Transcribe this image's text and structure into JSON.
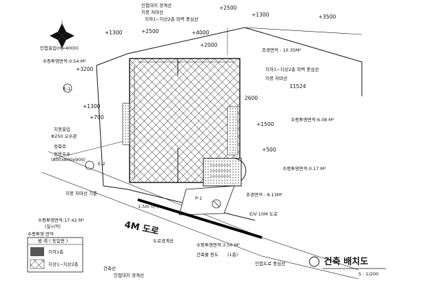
{
  "levels": {
    "l2500a": "+2500",
    "l1300top": "+1300",
    "l3500": "+3500",
    "l1300a": "+1300",
    "l2500b": "+2500",
    "l4000": "+4000",
    "l2000": "+2000",
    "l3200": "+3200",
    "l1300b": "+1300",
    "l700": "+700",
    "l1500": "+1500",
    "l500": "+500",
    "l2600": "2600",
    "l1524": "11524"
  },
  "areas": {
    "a1035": "조경면적 : 10.35M²",
    "a054": "수평투영면적:0.54 M²",
    "a608": "수평투영면적:6.08 M²",
    "a017": "수평투영면적:0.17 M²",
    "a813": "조경면적 : 8.13M²",
    "a1742": "수평투영면적:17.42 M²",
    "a350": "수평투영면적:3.50 M²"
  },
  "notes": {
    "n1": "인접대지 경계선",
    "n2": "지하1~지상2층 외벽 중심선",
    "n3": "지붕 처마선",
    "n4": "지하1~지상2층 외벽 중심선",
    "n5": "지붕 처마선",
    "n6": "인접출입(H=4000)",
    "n7": "지붕출입",
    "n8": "Φ250 오수관",
    "n9": "정화조",
    "n10": "전용우수",
    "n11": "(800x800x900)",
    "n12": "지붕 처마선 기준",
    "n13": "(일시적)",
    "n14": "E/V 10M 도로",
    "n15": "도로경계선",
    "n16": "건축선",
    "n17": "인접대지 경계선",
    "n18": "인접도로 중심선",
    "n19": "건축물 용도",
    "n20": "(1층)",
    "n21": "1.5m 이격",
    "n22": "P-1"
  },
  "legend": {
    "title": "범 례 ( 동일면 )",
    "caption": "수평투영 면적",
    "row1": "지하1층",
    "row2": "지상1~지상2층"
  },
  "road_label": "4M 도로",
  "drawing_title": "건축 배치도",
  "scale": "S : 1/200",
  "markers": {
    "e1": "E-1",
    "e2": "E-2"
  }
}
